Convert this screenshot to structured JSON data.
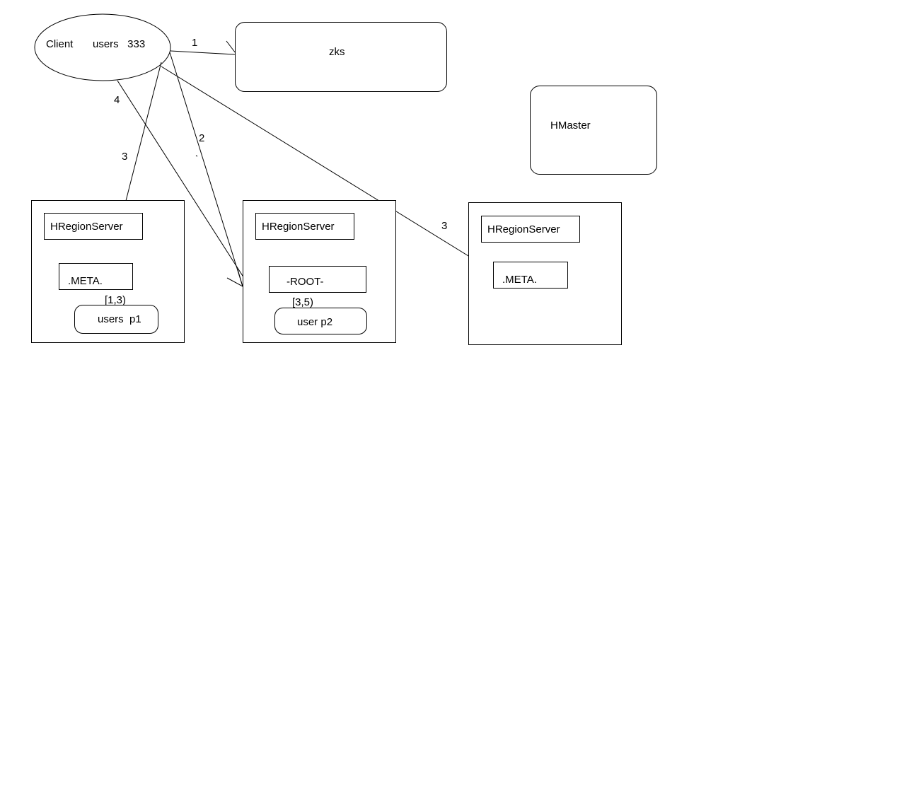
{
  "client": {
    "title": "Client",
    "lookup_key": "users   333"
  },
  "zookeeper": {
    "title": "zks"
  },
  "master": {
    "title": "HMaster"
  },
  "region_servers": [
    {
      "title": "HRegionServer",
      "table": ".META.",
      "range": "[1,3)",
      "region": "users  p1"
    },
    {
      "title": "HRegionServer",
      "table": "-ROOT-",
      "range": "[3,5)",
      "region": "user p2"
    },
    {
      "title": "HRegionServer",
      "table": ".META."
    }
  ],
  "steps": {
    "to_zks": "1",
    "to_root": "2",
    "to_meta_left": "3",
    "to_meta_right": "3",
    "to_region": "4"
  },
  "colors": {
    "stroke": "#000000",
    "background": "#ffffff"
  }
}
